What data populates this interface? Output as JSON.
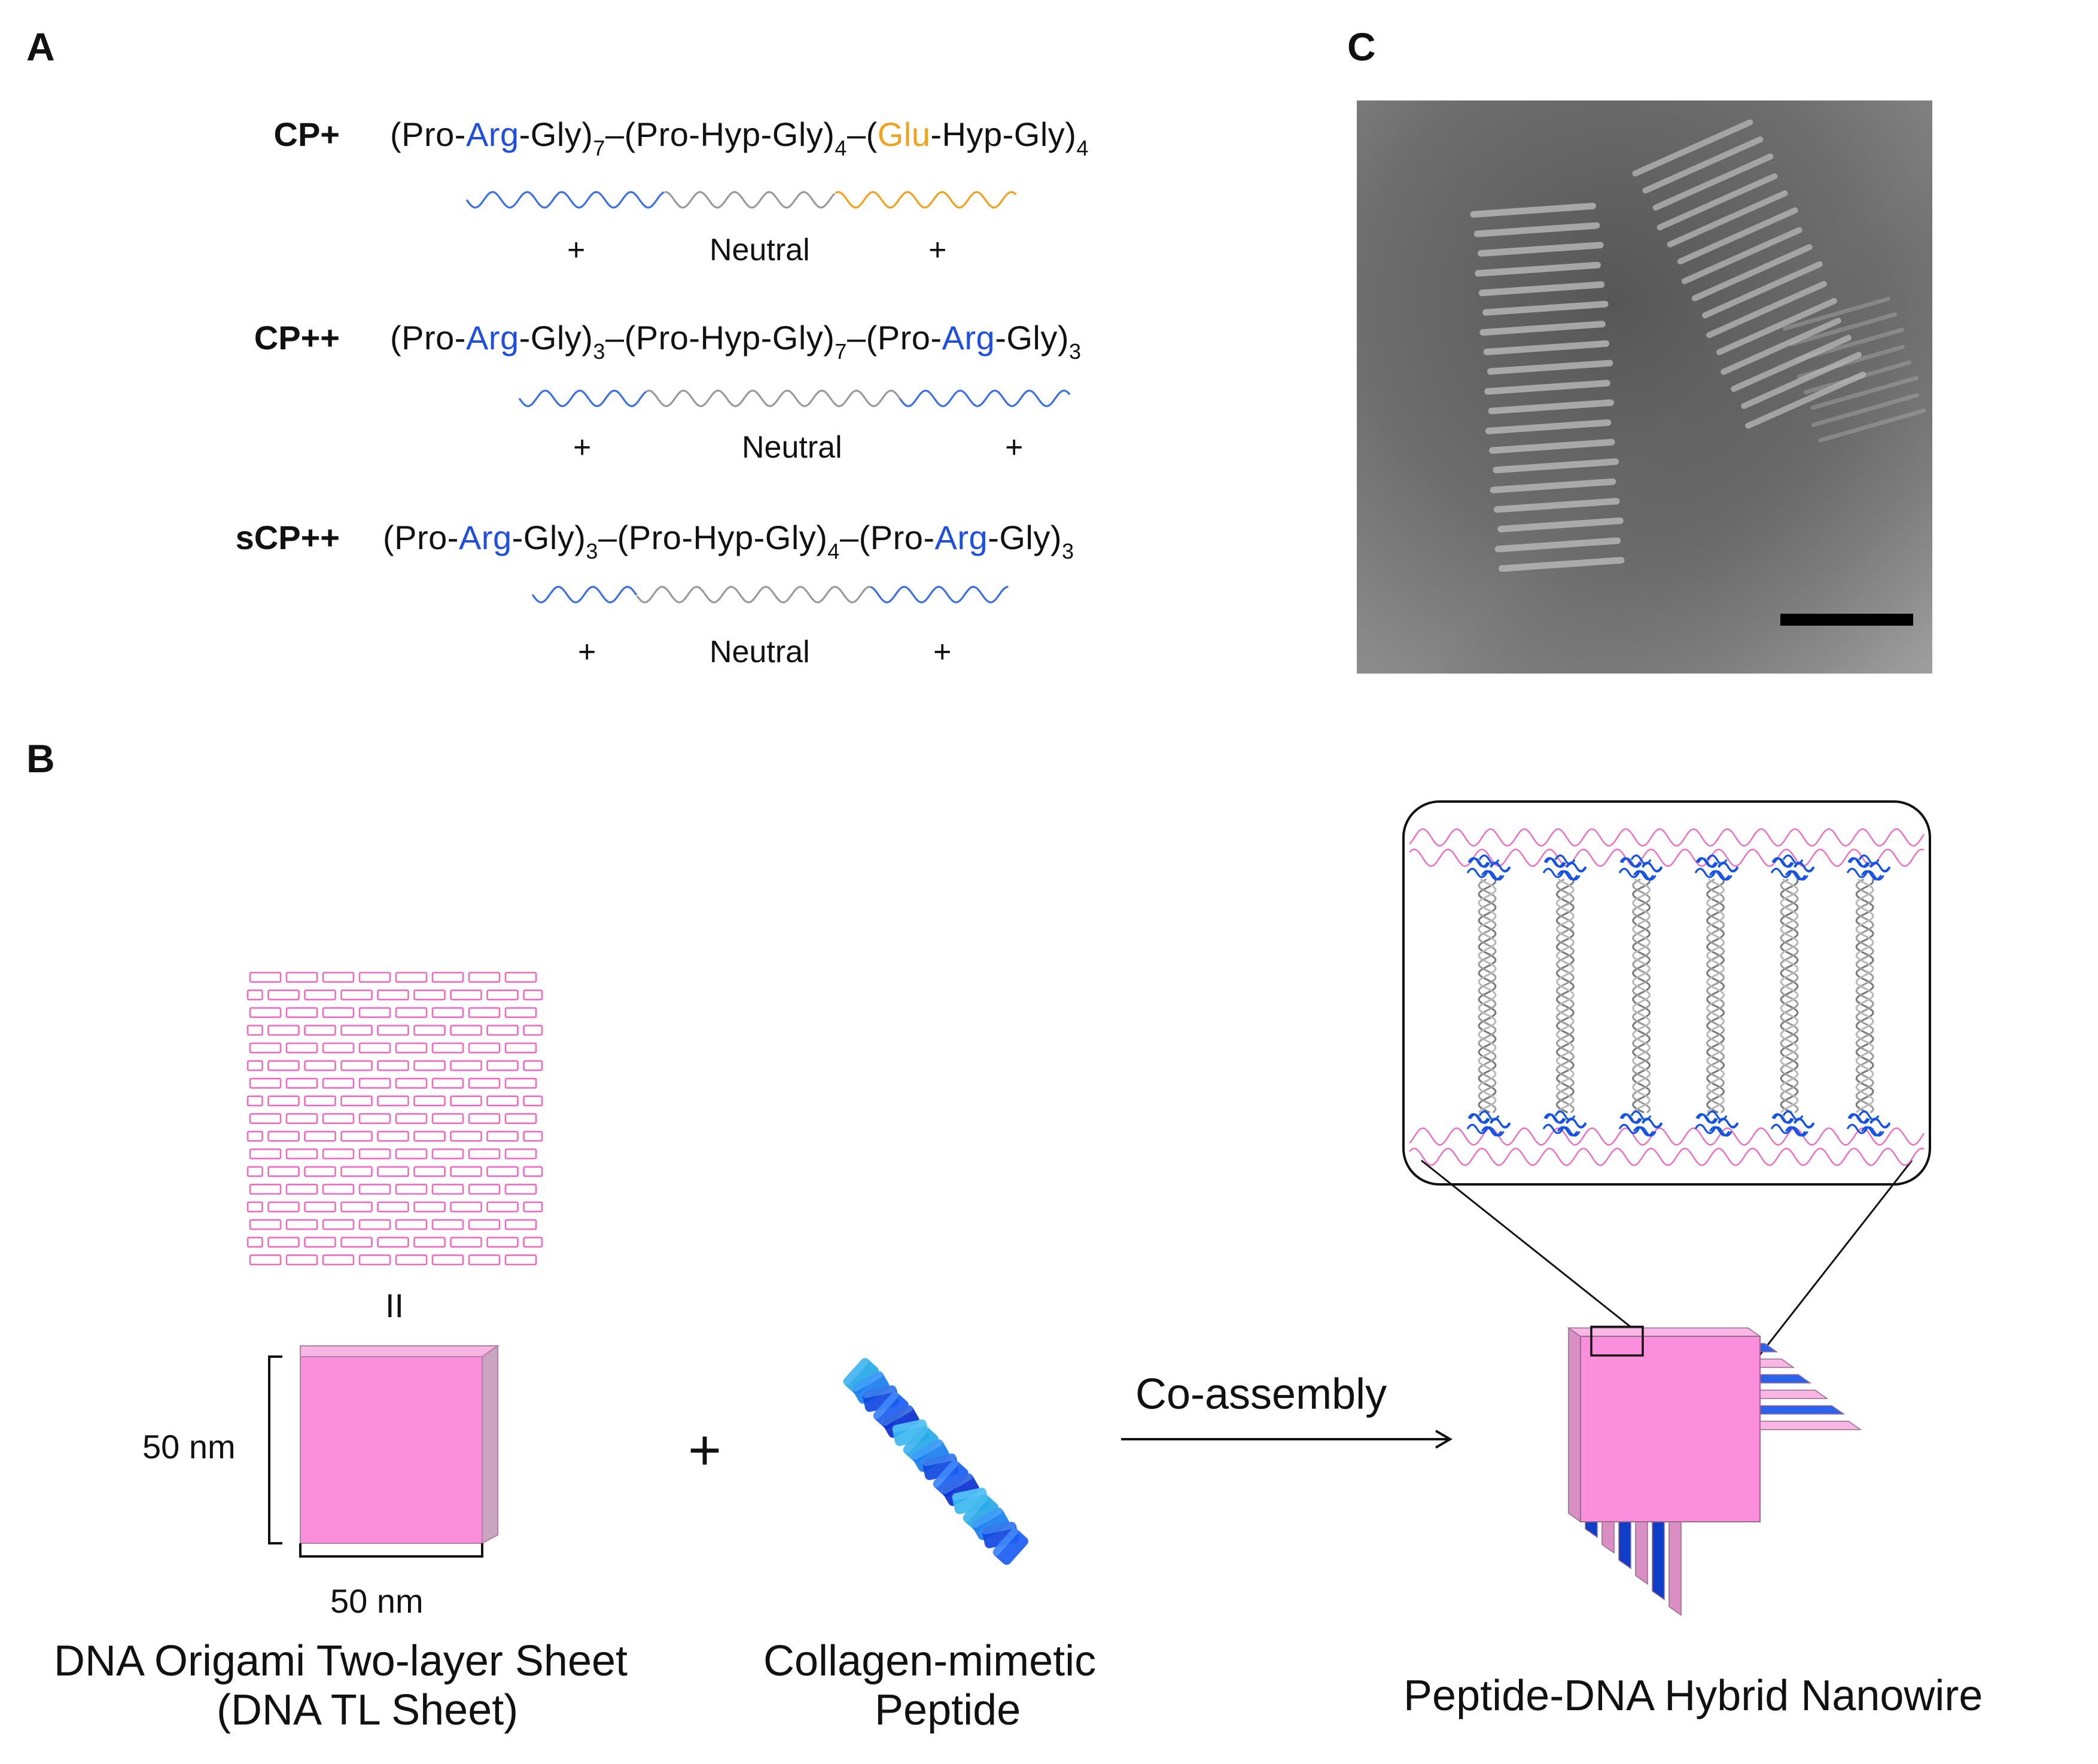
{
  "panels": {
    "a": "A",
    "b": "B",
    "c": "C"
  },
  "sequences": [
    {
      "name": "CP+",
      "parts": [
        {
          "t": "(Pro-"
        },
        {
          "t": "Arg",
          "c": "arg"
        },
        {
          "t": "-Gly)"
        },
        {
          "t": "7",
          "sub": true
        },
        {
          "t": "–(Pro-Hyp-Gly)"
        },
        {
          "t": "4",
          "sub": true
        },
        {
          "t": "–("
        },
        {
          "t": "Glu",
          "c": "glu"
        },
        {
          "t": "-Hyp-Gly)"
        },
        {
          "t": "4",
          "sub": true
        }
      ],
      "charges": [
        "+",
        "Neutral",
        "+"
      ],
      "wave_colors": [
        "#3b6fe6",
        "#9a9a9a",
        "#f0a21e"
      ]
    },
    {
      "name": "CP++",
      "parts": [
        {
          "t": "(Pro-"
        },
        {
          "t": "Arg",
          "c": "arg"
        },
        {
          "t": "-Gly)"
        },
        {
          "t": "3",
          "sub": true
        },
        {
          "t": "–(Pro-Hyp-Gly)"
        },
        {
          "t": "7",
          "sub": true
        },
        {
          "t": "–(Pro-"
        },
        {
          "t": "Arg",
          "c": "arg"
        },
        {
          "t": "-Gly)"
        },
        {
          "t": "3",
          "sub": true
        }
      ],
      "charges": [
        "+",
        "Neutral",
        "+"
      ],
      "wave_colors": [
        "#3b6fe6",
        "#9a9a9a",
        "#3b6fe6"
      ]
    },
    {
      "name": "sCP++",
      "parts": [
        {
          "t": "(Pro-"
        },
        {
          "t": "Arg",
          "c": "arg"
        },
        {
          "t": "-Gly)"
        },
        {
          "t": "3",
          "sub": true
        },
        {
          "t": "–(Pro-Hyp-Gly)"
        },
        {
          "t": "4",
          "sub": true
        },
        {
          "t": "–(Pro-"
        },
        {
          "t": "Arg",
          "c": "arg"
        },
        {
          "t": "-Gly)"
        },
        {
          "t": "3",
          "sub": true
        }
      ],
      "charges": [
        "+",
        "Neutral",
        "+"
      ],
      "wave_colors": [
        "#3b6fe6",
        "#9a9a9a",
        "#3b6fe6"
      ]
    }
  ],
  "panel_b": {
    "equals_sign": "II",
    "dim_height": "50 nm",
    "dim_width": "50 nm",
    "plus_sign": "+",
    "arrow_label": "Co-assembly",
    "caption_sheet_line1": "DNA Origami Two-layer Sheet",
    "caption_sheet_line2": "(DNA TL Sheet)",
    "caption_peptide_line1": "Collagen-mimetic",
    "caption_peptide_line2": "Peptide",
    "caption_nanowire": "Peptide-DNA  Hybrid Nanowire"
  },
  "colors": {
    "dna_pink": "#f06ac0",
    "sheet_pink": "#fb8fdb",
    "peptide_blue": "#1552e6",
    "arg_blue": "#1f4fe0",
    "glu_orange": "#f0a21e",
    "neutral_gray": "#9a9a9a"
  },
  "icons": [
    "dna-origami-sheet-icon",
    "dna-sheet-cube-icon",
    "collagen-peptide-icon",
    "nanowire-cube-icon",
    "tem-micrograph",
    "scale-bar"
  ]
}
